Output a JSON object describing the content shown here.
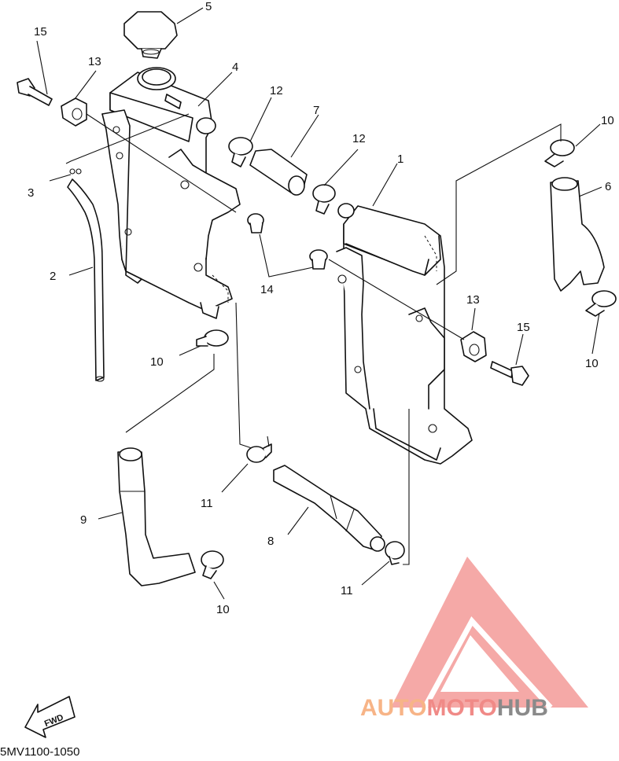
{
  "diagram": {
    "part_numbers": {
      "p1": "1",
      "p2": "2",
      "p3": "3",
      "p4": "4",
      "p5": "5",
      "p6": "6",
      "p7": "7",
      "p8": "8",
      "p9": "9",
      "p10a": "10",
      "p10b": "10",
      "p10c": "10",
      "p10d": "10",
      "p11a": "11",
      "p11b": "11",
      "p12a": "12",
      "p12b": "12",
      "p13a": "13",
      "p13b": "13",
      "p14": "14",
      "p15a": "15",
      "p15b": "15"
    },
    "fwd_label": "FWD",
    "catalog_code": "5MV1100-1050"
  },
  "watermark": {
    "text_orange": "AUTO",
    "text_red": "MOTO",
    "text_gray": "HUB",
    "colors": {
      "orange": "#f7b487",
      "red": "#f08a87",
      "gray": "#8a8a8a",
      "logo": "#f4a09d"
    }
  }
}
